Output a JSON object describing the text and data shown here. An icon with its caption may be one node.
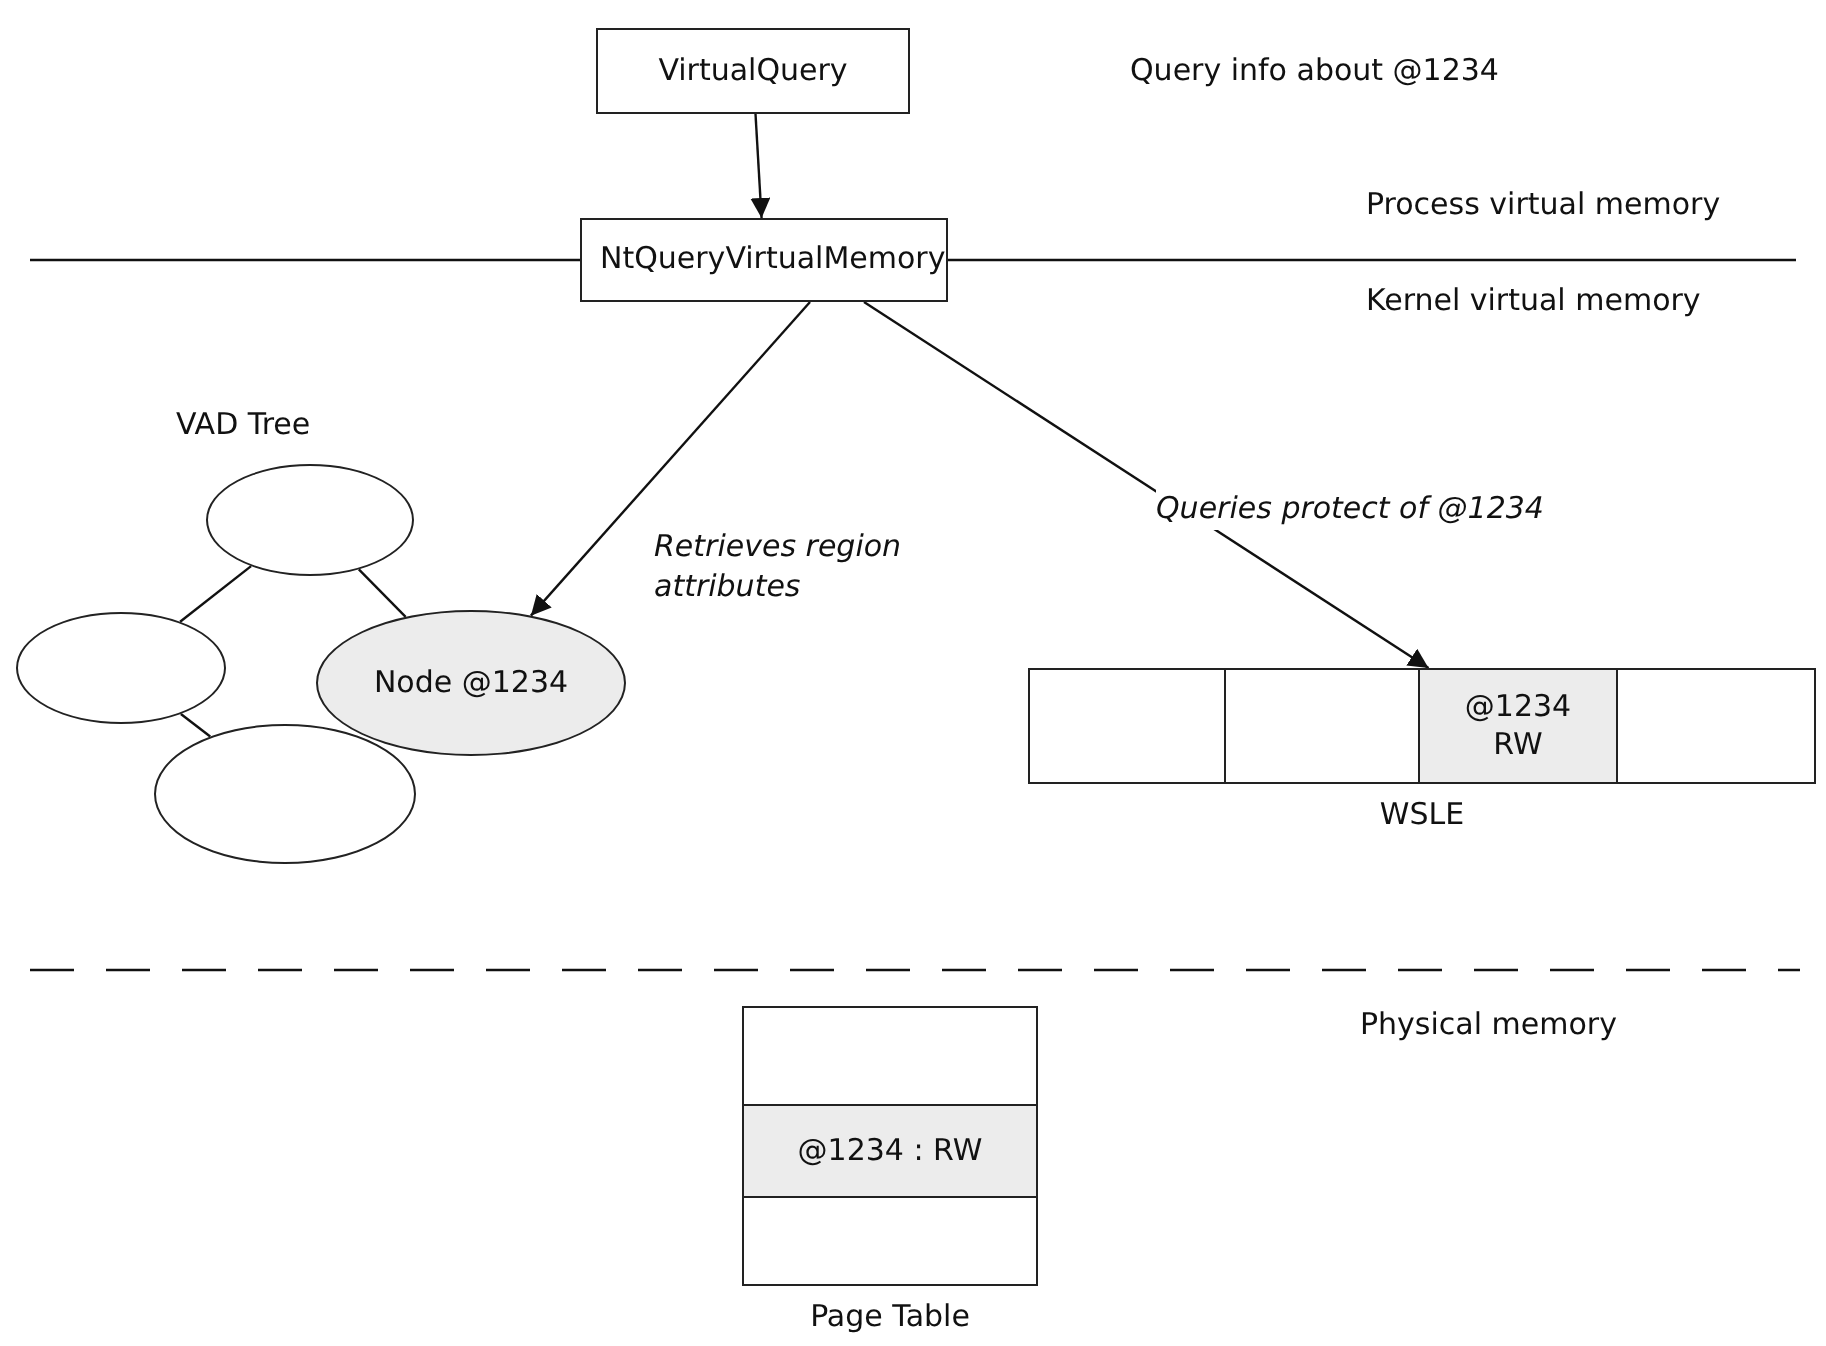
{
  "diagram": {
    "nodes": [
      {
        "text": [
          "VirtualQuery"
        ]
      },
      {
        "text": [
          "NtQueryVirtualMemory"
        ]
      },
      {
        "text": [],
        "shape": "ellipse"
      },
      {
        "text": [],
        "shape": "ellipse"
      },
      {
        "text": [
          "Node @1234"
        ]
      },
      {
        "text": [],
        "shape": "ellipse"
      },
      {
        "text": [
          "WSLE"
        ]
      },
      {
        "text": [],
        "shape": "box",
        "in": 6
      },
      {
        "text": [],
        "shape": "box",
        "in": 6
      },
      {
        "text": [
          "@1234 RW"
        ],
        "in": 6
      },
      {
        "text": [],
        "shape": "box",
        "in": 6
      },
      {
        "text": [
          "Page Table"
        ]
      },
      {
        "text": [],
        "shape": "box",
        "in": 11
      },
      {
        "text": [
          "@1234 : RW"
        ],
        "in": 11
      },
      {
        "text": [],
        "shape": "box",
        "in": 11
      }
    ],
    "edges": [
      {
        "from": 0,
        "to": 1,
        "arrow": "to"
      },
      {
        "from": 1,
        "to": 4,
        "arrow": "to",
        "label": "Retrieves region attributes"
      },
      {
        "from": 1,
        "to": 9,
        "arrow": "to",
        "label": "Queries protect of @1234"
      },
      {
        "from": 2,
        "to": 3,
        "arrow": "none"
      },
      {
        "from": 2,
        "to": 4,
        "arrow": "none"
      },
      {
        "from": 3,
        "to": 5,
        "arrow": "none"
      }
    ],
    "labels": [
      "Query info about @1234",
      "Process virtual memory",
      "Kernel virtual memory",
      "VAD Tree",
      "Physical memory"
    ]
  }
}
